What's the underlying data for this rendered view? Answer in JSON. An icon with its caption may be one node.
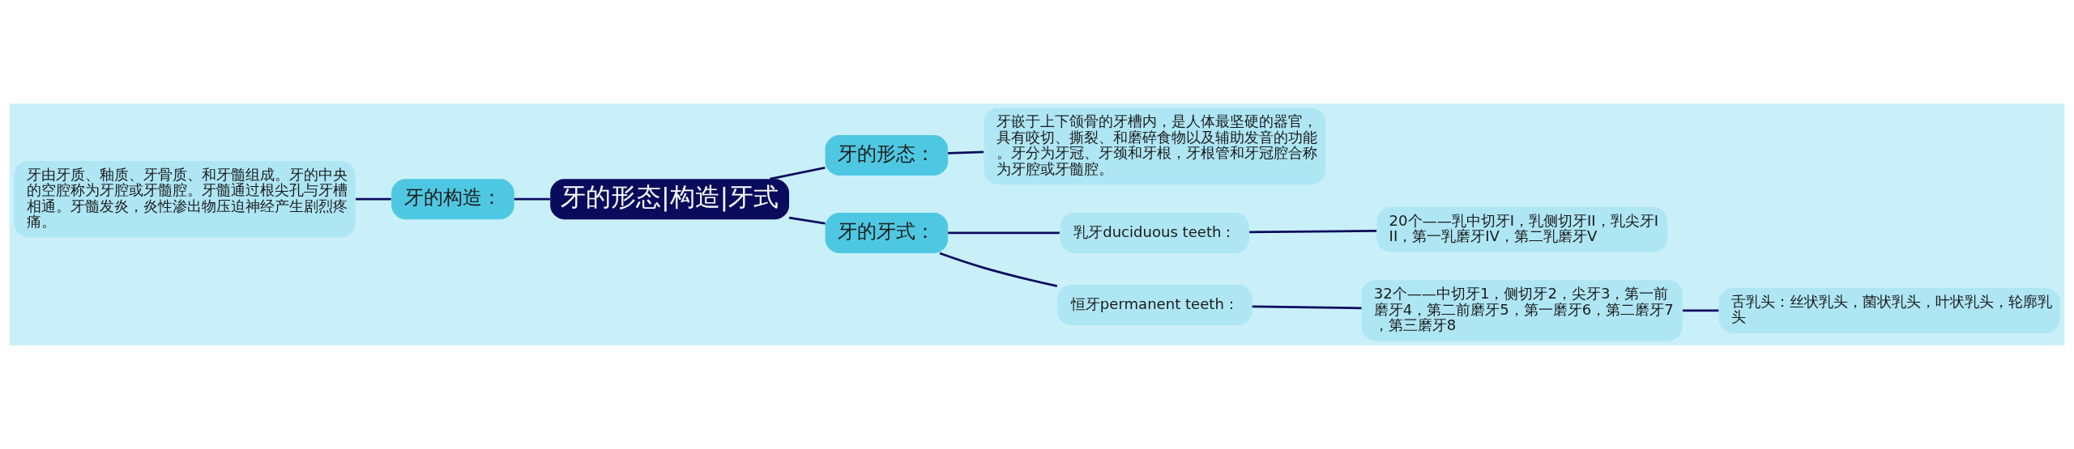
{
  "diagram": {
    "nodes": [
      {
        "text": [
          "牙的形态|构造|牙式"
        ]
      },
      {
        "text": [
          "牙的构造："
        ]
      },
      {
        "text": [
          "牙由牙质、釉质、牙骨质、和牙髓组成。牙的中央的空腔称为牙腔或牙髓腔。牙髓通过根尖孔与牙槽相通。牙髓发炎，炎性渗出物压迫神经产生剧烈疼痛。"
        ]
      },
      {
        "text": [
          "牙的形态："
        ]
      },
      {
        "text": [
          "牙嵌于上下颌骨的牙槽内，是人体最坚硬的器官，具有咬切、撕裂、和磨碎食物以及辅助发音的功能。牙分为牙冠、牙颈和牙根，牙根管和牙冠腔合称为牙腔或牙髓腔。"
        ]
      },
      {
        "text": [
          "牙的牙式："
        ]
      },
      {
        "text": [
          "乳牙duciduous teeth："
        ]
      },
      {
        "text": [
          "20个——乳中切牙I，乳侧切牙II，乳尖牙III，第一乳磨牙IV，第二乳磨牙V"
        ]
      },
      {
        "text": [
          "恒牙permanent teeth："
        ]
      },
      {
        "text": [
          "32个——中切牙1，侧切牙2，尖牙3，第一前磨牙4，第二前磨牙5，第一磨牙6，第二磨牙7，第三磨牙8"
        ]
      },
      {
        "text": [
          "舌乳头：丝状乳头，菌状乳头，叶状乳头，轮廓乳头"
        ]
      }
    ],
    "edges": [
      {
        "from": 0,
        "to": 1,
        "arrow": "none"
      },
      {
        "from": 1,
        "to": 2,
        "arrow": "none"
      },
      {
        "from": 0,
        "to": 3,
        "arrow": "none"
      },
      {
        "from": 3,
        "to": 4,
        "arrow": "none"
      },
      {
        "from": 0,
        "to": 5,
        "arrow": "none"
      },
      {
        "from": 5,
        "to": 6,
        "arrow": "none"
      },
      {
        "from": 6,
        "to": 7,
        "arrow": "none"
      },
      {
        "from": 5,
        "to": 8,
        "arrow": "none"
      },
      {
        "from": 8,
        "to": 9,
        "arrow": "none"
      },
      {
        "from": 9,
        "to": 10,
        "arrow": "none"
      }
    ]
  }
}
